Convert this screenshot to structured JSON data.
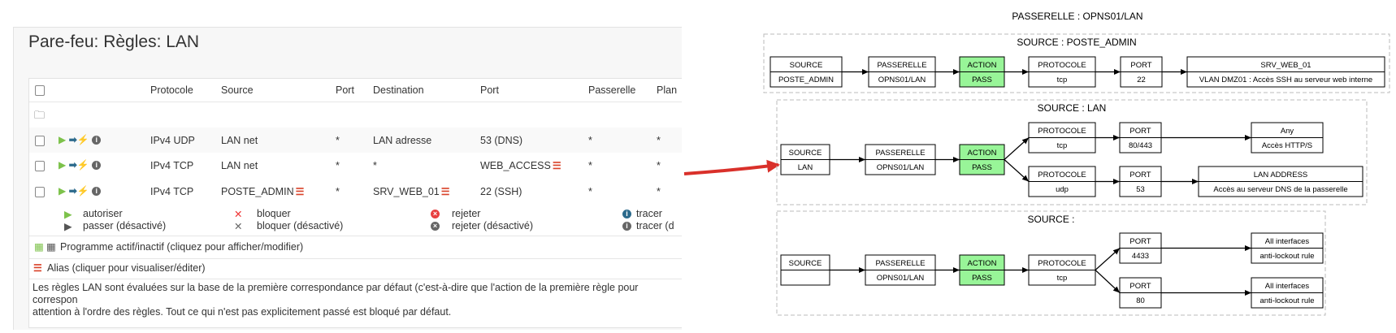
{
  "page": {
    "title": "Pare-feu: Règles: LAN"
  },
  "table": {
    "headers": {
      "protocol": "Protocole",
      "source": "Source",
      "src_port": "Port",
      "destination": "Destination",
      "dst_port": "Port",
      "gateway": "Passerelle",
      "schedule": "Plan"
    },
    "rows": [
      {
        "protocol": "IPv4 UDP",
        "source": "LAN net",
        "source_alias": false,
        "src_port": "*",
        "destination": "LAN adresse",
        "dest_alias": false,
        "dst_port": "53 (DNS)",
        "port_alias": false,
        "gateway": "*",
        "schedule": "*"
      },
      {
        "protocol": "IPv4 TCP",
        "source": "LAN net",
        "source_alias": false,
        "src_port": "*",
        "destination": "*",
        "dest_alias": false,
        "dst_port": "WEB_ACCESS",
        "port_alias": true,
        "gateway": "*",
        "schedule": "*"
      },
      {
        "protocol": "IPv4 TCP",
        "source": "POSTE_ADMIN",
        "source_alias": true,
        "src_port": "*",
        "destination": "SRV_WEB_01",
        "dest_alias": true,
        "dst_port": "22 (SSH)",
        "port_alias": false,
        "gateway": "*",
        "schedule": "*"
      }
    ]
  },
  "legend": {
    "pass": "autoriser",
    "pass_disabled": "passer (désactivé)",
    "block": "bloquer",
    "block_disabled": "bloquer (désactivé)",
    "reject": "rejeter",
    "reject_disabled": "rejeter (désactivé)",
    "log": "tracer",
    "log_disabled": "tracer (d",
    "schedule": "Programme actif/inactif (cliquez pour afficher/modifier)",
    "alias": "Alias (cliquer pour visualiser/éditer)",
    "note_line1": "Les règles LAN sont évaluées sur la base de la première correspondance par défaut (c'est-à-dire que l'action de la première règle pour correspon",
    "note_line2": "attention à l'ordre des règles. Tout ce qui n'est pas explicitement passé est bloqué par défaut."
  },
  "colors": {
    "pass": "#7dc24b",
    "action_fill": "#98f598",
    "alias": "#d9432a",
    "arrow_red": "#d9302a",
    "log": "#2c6a8c"
  },
  "diagram": {
    "title": "PASSERELLE : OPNS01/LAN",
    "clusters": [
      {
        "title": "SOURCE : POSTE_ADMIN",
        "nodes": [
          {
            "header": "SOURCE",
            "value": "POSTE_ADMIN"
          },
          {
            "header": "PASSERELLE",
            "value": "OPNS01/LAN"
          },
          {
            "header": "ACTION",
            "value": "PASS"
          },
          {
            "header": "PROTOCOLE",
            "value": "tcp"
          },
          {
            "header": "PORT",
            "value": "22"
          },
          {
            "header": "SRV_WEB_01",
            "value": "VLAN DMZ01 : Accès SSH au serveur web interne"
          }
        ]
      },
      {
        "title": "SOURCE : LAN",
        "nodes": [
          {
            "header": "SOURCE",
            "value": "LAN"
          },
          {
            "header": "PASSERELLE",
            "value": "OPNS01/LAN"
          },
          {
            "header": "ACTION",
            "value": "PASS"
          },
          {
            "header": "PROTOCOLE",
            "value": "tcp"
          },
          {
            "header": "PORT",
            "value": "80/443"
          },
          {
            "header": "Any",
            "value": "Accès HTTP/S"
          },
          {
            "header": "PROTOCOLE",
            "value": "udp"
          },
          {
            "header": "PORT",
            "value": "53"
          },
          {
            "header": "LAN ADDRESS",
            "value": "Accès au serveur DNS de la passerelle"
          }
        ]
      },
      {
        "title": "SOURCE :",
        "nodes": [
          {
            "header": "SOURCE",
            "value": ""
          },
          {
            "header": "PASSERELLE",
            "value": "OPNS01/LAN"
          },
          {
            "header": "ACTION",
            "value": "PASS"
          },
          {
            "header": "PROTOCOLE",
            "value": "tcp"
          },
          {
            "header": "PORT",
            "value": "4433"
          },
          {
            "header": "All interfaces",
            "value": "anti-lockout rule"
          },
          {
            "header": "PORT",
            "value": "80"
          },
          {
            "header": "All interfaces",
            "value": "anti-lockout rule"
          }
        ]
      }
    ]
  }
}
